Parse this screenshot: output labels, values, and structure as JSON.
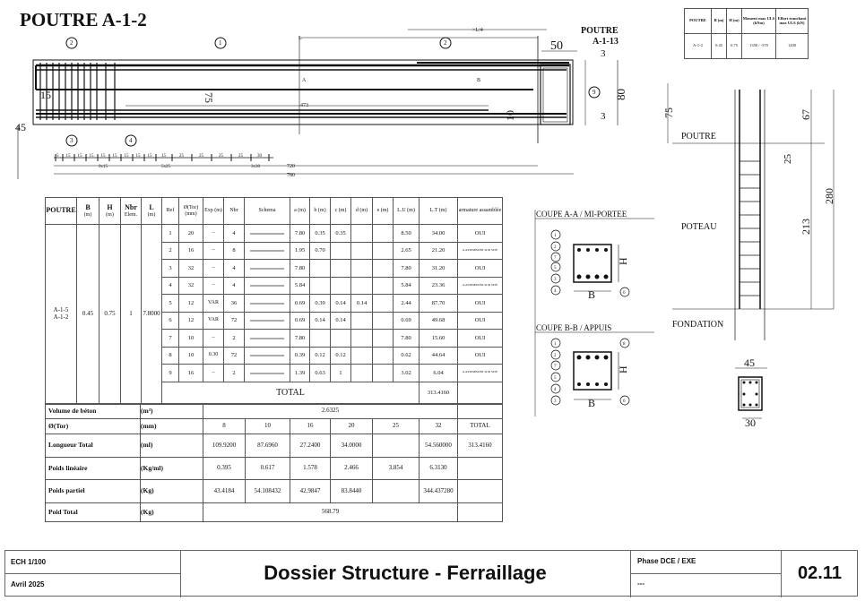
{
  "title": "POUTRE A-1-2",
  "beam": {
    "adjacent": "POUTRE",
    "adjacent_id": "A-1-13",
    "L": "L",
    "L4": ">L/4",
    "d473": "473",
    "secA": "A",
    "secB": "B",
    "d50": "50",
    "d3a": "3",
    "d3b": "3",
    "d80": "80",
    "d10": "10",
    "d15": "15",
    "d45": "45",
    "d75": "75",
    "marks": [
      "2",
      "1",
      "2",
      "3",
      "4",
      "9"
    ],
    "spacing": [
      "5",
      "15",
      "15",
      "15",
      "15",
      "15",
      "15",
      "15",
      "15",
      "15",
      "25",
      "25",
      "25",
      "25",
      "30"
    ],
    "groups": [
      "9x15",
      "5x25",
      "3x30"
    ],
    "d720": "720",
    "d780": "780"
  },
  "summary_table": {
    "headers": [
      "POUTRE",
      "B (m)",
      "H (m)",
      "Moment max ULS (kNm)",
      "Effort tranchant max ULS (kN)"
    ],
    "row": [
      "A-1-2",
      "0.45",
      "0.75",
      "1350 / -570",
      "1200"
    ]
  },
  "sections": {
    "a_title": "COUPE A-A / MI-PORTEE",
    "b_title": "COUPE B-B / APPUIS",
    "B": "B",
    "H": "H",
    "a_marks": [
      "1",
      "2",
      "7",
      "5",
      "3",
      "4",
      "6"
    ],
    "b_marks": [
      "1",
      "2",
      "7",
      "5",
      "4",
      "3",
      "8",
      "6"
    ]
  },
  "column": {
    "poutre": "POUTRE",
    "poteau": "POTEAU",
    "fondation": "FONDATION",
    "d75": "75",
    "d67": "67",
    "d25": "25",
    "d280": "280",
    "d213": "213",
    "d45": "45",
    "d30": "30"
  },
  "table": {
    "headers": {
      "poutre": "POUTRE",
      "b": "B",
      "h": "H",
      "nbr": "Nbr",
      "l": "L",
      "m": "(m)",
      "elem": "Elem.",
      "ref": "Ref",
      "dia": "Ø(Tor) (mm)",
      "exp": "Exp (m)",
      "nbr2": "Nbr",
      "schema": "Schema",
      "a": "a (m)",
      "bb": "b (m)",
      "c": "c (m)",
      "d": "d (m)",
      "e": "e (m)",
      "lu": "L.U (m)",
      "lt": "L.T (m)",
      "arm": "armature assamblée"
    },
    "element": {
      "poutre": "A-1-5 A-1-2",
      "b": "0.45",
      "h": "0.75",
      "nbr": "1",
      "l": "7.8000"
    },
    "rows": [
      {
        "ref": "1",
        "dia": "20",
        "exp": "–",
        "nbr": "4",
        "a": "7.80",
        "b": "0.35",
        "c": "0.35",
        "d": "",
        "e": "",
        "lu": "8.50",
        "lt": "34.00",
        "arm": "OUI"
      },
      {
        "ref": "2",
        "dia": "16",
        "exp": "–",
        "nbr": "8",
        "a": "1.95",
        "b": "0.70",
        "c": "",
        "d": "",
        "e": "",
        "lu": "2.65",
        "lt": "21.20",
        "arm": "A ASSEMBLER SUR SITE"
      },
      {
        "ref": "3",
        "dia": "32",
        "exp": "–",
        "nbr": "4",
        "a": "7.80",
        "b": "",
        "c": "",
        "d": "",
        "e": "",
        "lu": "7.80",
        "lt": "31.20",
        "arm": "OUI"
      },
      {
        "ref": "4",
        "dia": "32",
        "exp": "–",
        "nbr": "4",
        "a": "5.84",
        "b": "",
        "c": "",
        "d": "",
        "e": "",
        "lu": "5.84",
        "lt": "23.36",
        "arm": "A ASSEMBLER SUR SITE"
      },
      {
        "ref": "5",
        "dia": "12",
        "exp": "VAR",
        "nbr": "36",
        "a": "0.69",
        "b": "0.39",
        "c": "0.14",
        "d": "0.14",
        "e": "",
        "lu": "2.44",
        "lt": "87.70",
        "arm": "OUI"
      },
      {
        "ref": "6",
        "dia": "12",
        "exp": "VAR",
        "nbr": "72",
        "a": "0.69",
        "b": "0.14",
        "c": "0.14",
        "d": "",
        "e": "",
        "lu": "0.69",
        "lt": "49.68",
        "arm": "OUI"
      },
      {
        "ref": "7",
        "dia": "10",
        "exp": "–",
        "nbr": "2",
        "a": "7.80",
        "b": "",
        "c": "",
        "d": "",
        "e": "",
        "lu": "7.80",
        "lt": "15.60",
        "arm": "OUI"
      },
      {
        "ref": "8",
        "dia": "10",
        "exp": "0.30",
        "nbr": "72",
        "a": "0.39",
        "b": "0.12",
        "c": "0.12",
        "d": "",
        "e": "",
        "lu": "0.62",
        "lt": "44.64",
        "arm": "OUI"
      },
      {
        "ref": "9",
        "dia": "16",
        "exp": "–",
        "nbr": "2",
        "a": "1.39",
        "b": "0.63",
        "c": "1",
        "d": "",
        "e": "",
        "lu": "3.02",
        "lt": "6.04",
        "arm": "A ASSEMBLER SUR SITE"
      }
    ],
    "total_label": "TOTAL",
    "total_lt": "313.4160"
  },
  "summary": {
    "volume": {
      "label": "Volume de béton",
      "unit": "(m³)",
      "value": "2.6325"
    },
    "diameter": {
      "label": "Ø(Tor)",
      "unit": "(mm)",
      "values": [
        "8",
        "10",
        "16",
        "20",
        "25",
        "32",
        "TOTAL"
      ]
    },
    "length": {
      "label": "Longueur Total",
      "unit": "(ml)",
      "values": [
        "109.9200",
        "87.6960",
        "27.2400",
        "34.0000",
        "",
        "54.560000",
        "313.4160"
      ]
    },
    "linear": {
      "label": "Poids linéaire",
      "unit": "(Kg/ml)",
      "values": [
        "0.395",
        "0.617",
        "1.578",
        "2.466",
        "3.854",
        "6.3130",
        ""
      ]
    },
    "partial": {
      "label": "Poids  partiel",
      "unit": "(Kg)",
      "values": [
        "43.4184",
        "54.108432",
        "42.9847",
        "83.8440",
        "",
        "344.437280",
        ""
      ]
    },
    "total": {
      "label": "Poid Total",
      "unit": "(Kg)",
      "value": "568.79"
    }
  },
  "footer": {
    "scale": "ECH 1/100",
    "date": "Avril 2025",
    "title": "Dossier Structure - Ferraillage",
    "phase": "Phase DCE / EXE",
    "sub": "---",
    "number": "02.11"
  }
}
